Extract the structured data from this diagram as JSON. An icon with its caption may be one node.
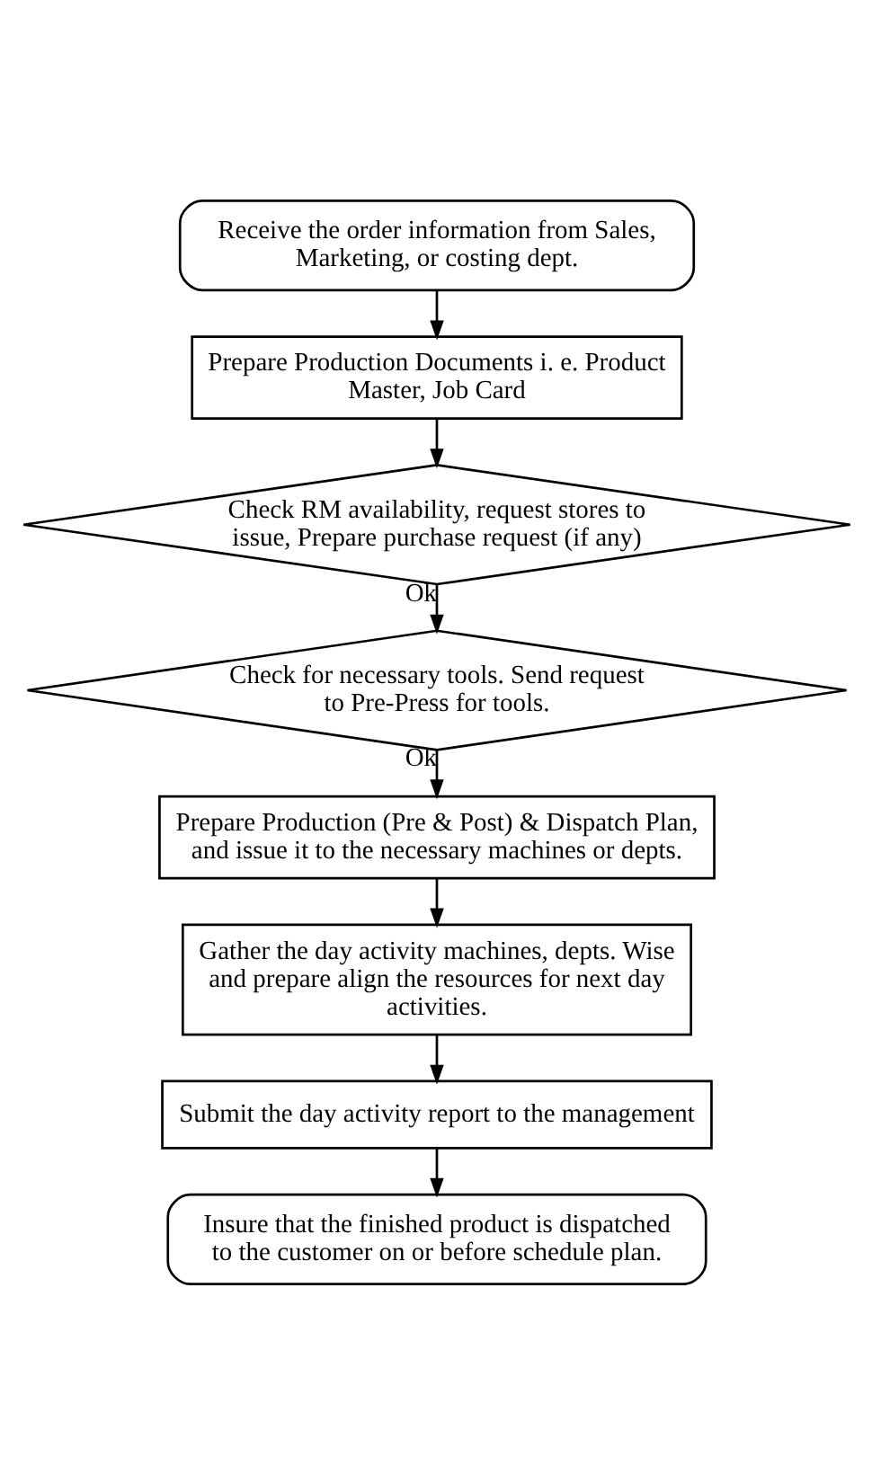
{
  "diagram": {
    "nodes": [
      {
        "text": [
          "Receive the order information from Sales, Marketing, or costing dept."
        ]
      },
      {
        "text": [
          "Prepare Production Documents i. e. Product Master, Job Card"
        ]
      },
      {
        "text": [
          "Check RM availability, request stores to issue, Prepare purchase request (if any)"
        ]
      },
      {
        "text": [
          "Check for necessary tools. Send request to Pre-Press for tools."
        ]
      },
      {
        "text": [
          "Prepare Production (Pre & Post) & Dispatch Plan, and issue it to the necessary machines or depts."
        ]
      },
      {
        "text": [
          "Gather the day activity machines, depts. Wise and prepare align the resources for next day activities."
        ]
      },
      {
        "text": [
          "Submit the day activity report to the management"
        ]
      },
      {
        "text": [
          "Insure that the finished product is dispatched to the customer on or before schedule plan."
        ]
      }
    ],
    "edges": [
      {
        "from": 0,
        "to": 1,
        "arrow": "to"
      },
      {
        "from": 1,
        "to": 2,
        "arrow": "to"
      },
      {
        "from": 2,
        "to": 3,
        "arrow": "to",
        "label": "Ok"
      },
      {
        "from": 3,
        "to": 4,
        "arrow": "to",
        "label": "Ok"
      },
      {
        "from": 4,
        "to": 5,
        "arrow": "to"
      },
      {
        "from": 5,
        "to": 6,
        "arrow": "to"
      },
      {
        "from": 6,
        "to": 7,
        "arrow": "to"
      }
    ]
  }
}
